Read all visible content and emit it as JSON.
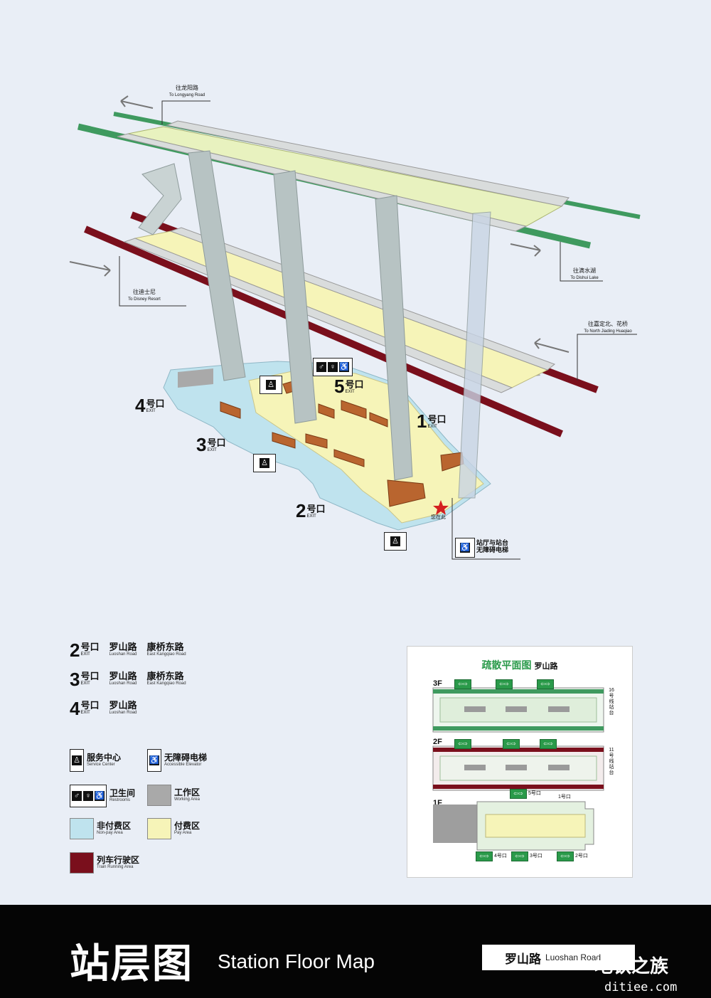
{
  "callouts": {
    "longyang": {
      "zh": "往龙阳路",
      "en": "To Longyang Road"
    },
    "dishui": {
      "zh": "往滴水湖",
      "en": "To Dishui Lake"
    },
    "disney": {
      "zh": "往迪士尼",
      "en": "To Disney Resort"
    },
    "jiading": {
      "zh": "往嘉定北、花桥",
      "en": "To North Jiading Huaqiao"
    }
  },
  "exits": [
    {
      "num": "1",
      "zh": "号口",
      "en": "EXIT"
    },
    {
      "num": "2",
      "zh": "号口",
      "en": "EXIT"
    },
    {
      "num": "3",
      "zh": "号口",
      "en": "EXIT"
    },
    {
      "num": "4",
      "zh": "号口",
      "en": "EXIT"
    },
    {
      "num": "5",
      "zh": "号口",
      "en": "EXIT"
    }
  ],
  "here_label": "您在此",
  "elevator_callout": {
    "line1": "站厅与站台",
    "line2": "无障碍电梯"
  },
  "legend": {
    "exits": [
      {
        "num": "2",
        "zh": "号口",
        "en": "EXIT",
        "roads": [
          {
            "zh": "罗山路",
            "en": "Luoshan Road"
          },
          {
            "zh": "康桥东路",
            "en": "East Kangqiao Road"
          }
        ]
      },
      {
        "num": "3",
        "zh": "号口",
        "en": "EXIT",
        "roads": [
          {
            "zh": "罗山路",
            "en": "Luoshan Road"
          },
          {
            "zh": "康桥东路",
            "en": "East Kangqiao Road"
          }
        ]
      },
      {
        "num": "4",
        "zh": "号口",
        "en": "EXIT",
        "roads": [
          {
            "zh": "罗山路",
            "en": "Luoshan Road"
          }
        ]
      }
    ],
    "items": [
      {
        "zh": "服务中心",
        "en": "Service Center",
        "icon": "service-center-icon"
      },
      {
        "zh": "无障碍电梯",
        "en": "Accessible Elevator",
        "icon": "accessible-elevator-icon"
      },
      {
        "zh": "卫生间",
        "en": "Restrooms",
        "icon": "restroom-icon"
      },
      {
        "zh": "工作区",
        "en": "Working Area",
        "color": "#a9a9a9"
      },
      {
        "zh": "非付费区",
        "en": "Non-pay Area",
        "color": "#bfe3ee"
      },
      {
        "zh": "付费区",
        "en": "Pay Area",
        "color": "#f6f4b8"
      },
      {
        "zh": "列车行驶区",
        "en": "Train Running Area",
        "color": "#7a0f1c"
      }
    ]
  },
  "evac": {
    "title": "疏散平面图",
    "station": "罗山路",
    "floors": {
      "f3": "3F",
      "f2": "2F",
      "f1": "1F"
    },
    "line16": "16号线站台",
    "line11": "11号线站台",
    "exit_nums": [
      "5号口",
      "1号口",
      "4号口",
      "3号口",
      "2号口"
    ]
  },
  "footer": {
    "title_zh": "站层图",
    "title_en": "Station Floor Map",
    "station_zh": "罗山路",
    "station_en": "Luoshan Road"
  },
  "watermark": {
    "line1": "地铁之族",
    "line2": "ditiee.com"
  },
  "colors": {
    "line16": "#3f9a5f",
    "line11": "#7a0f1c",
    "pay": "#f6f4b8",
    "nonpay": "#bfe3ee",
    "work": "#a9a9a9",
    "evac_green": "#2a9a4a"
  }
}
